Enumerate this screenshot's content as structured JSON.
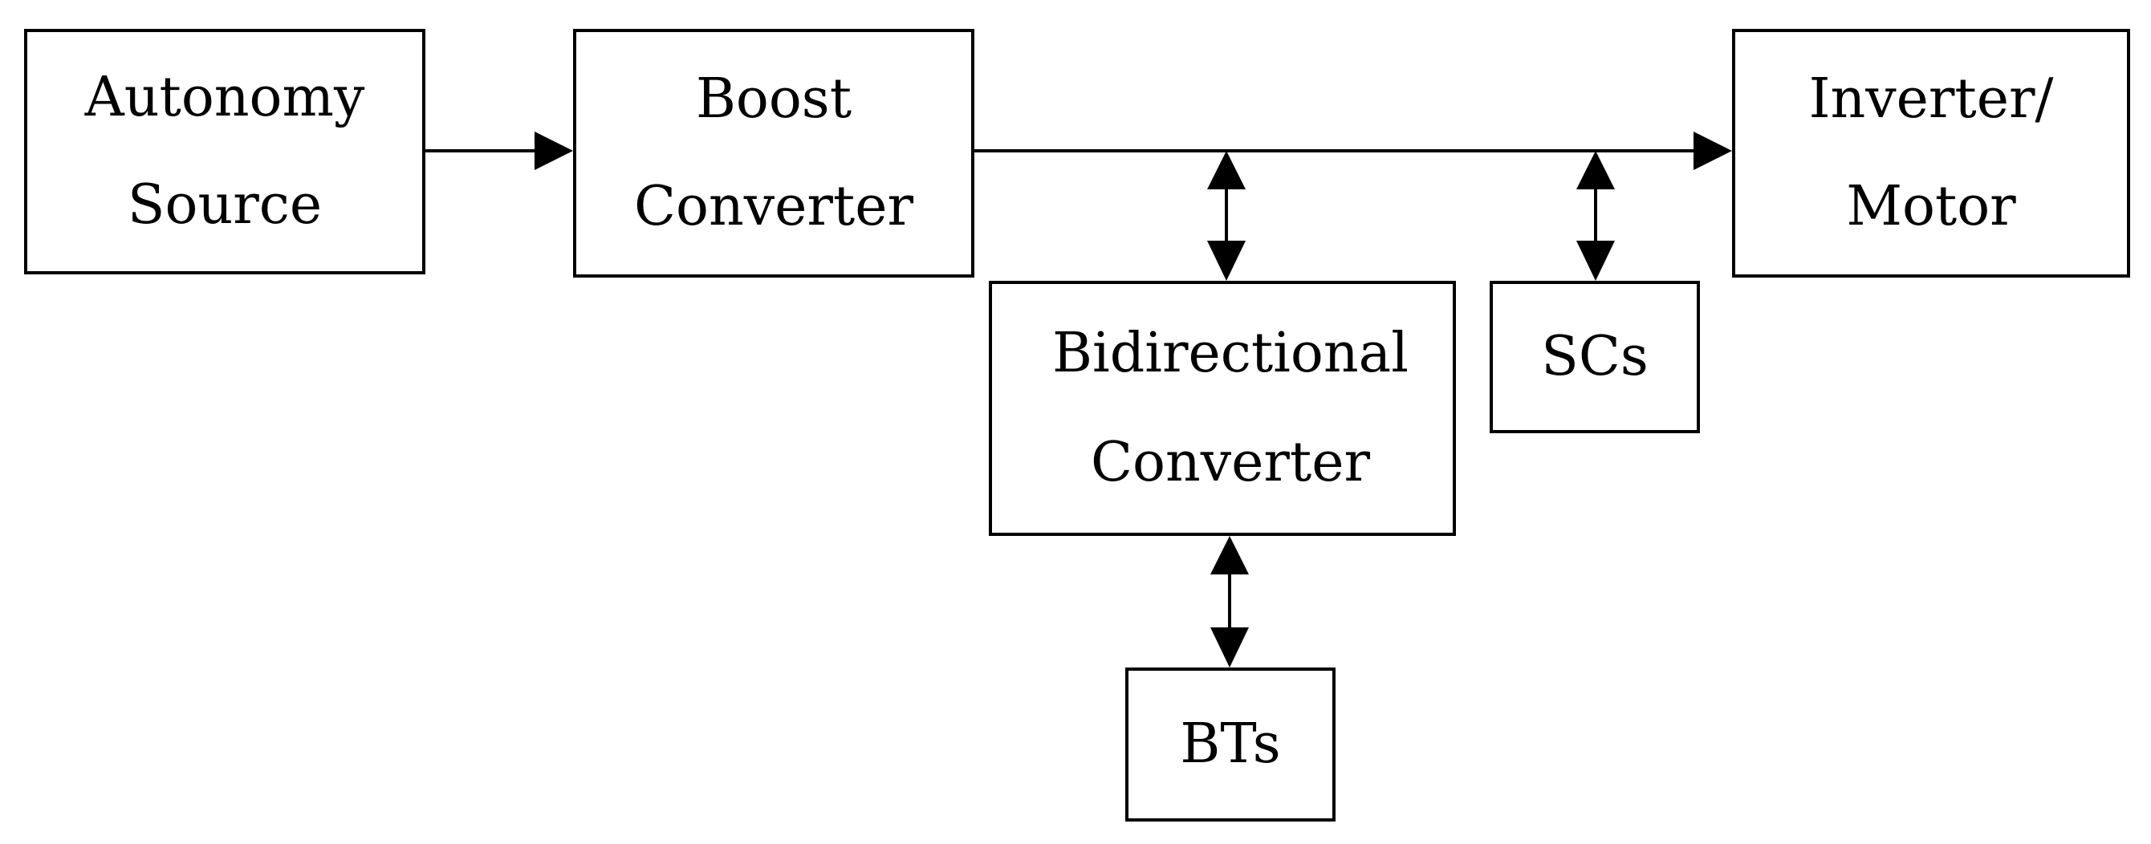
{
  "diagram": {
    "blocks": {
      "autonomy_source": {
        "line1": "Autonomy",
        "line2": "Source"
      },
      "boost_converter": {
        "line1": "Boost",
        "line2": "Converter"
      },
      "inverter_motor": {
        "line1": "Inverter/",
        "line2": "Motor"
      },
      "bidirectional_converter": {
        "line1": "Bidirectional",
        "line2": "Converter"
      },
      "supercapacitors": {
        "label": "SCs"
      },
      "batteries": {
        "label": "BTs"
      }
    },
    "connections": [
      {
        "from": "Autonomy Source",
        "to": "Boost Converter",
        "direction": "one-way"
      },
      {
        "from": "Boost Converter",
        "to": "Inverter/Motor",
        "direction": "one-way"
      },
      {
        "from": "DC bus",
        "to": "Bidirectional Converter",
        "direction": "two-way"
      },
      {
        "from": "DC bus",
        "to": "SCs",
        "direction": "two-way"
      },
      {
        "from": "Bidirectional Converter",
        "to": "BTs",
        "direction": "two-way"
      }
    ],
    "colors": {
      "stroke": "#000000",
      "background": "#ffffff"
    }
  }
}
